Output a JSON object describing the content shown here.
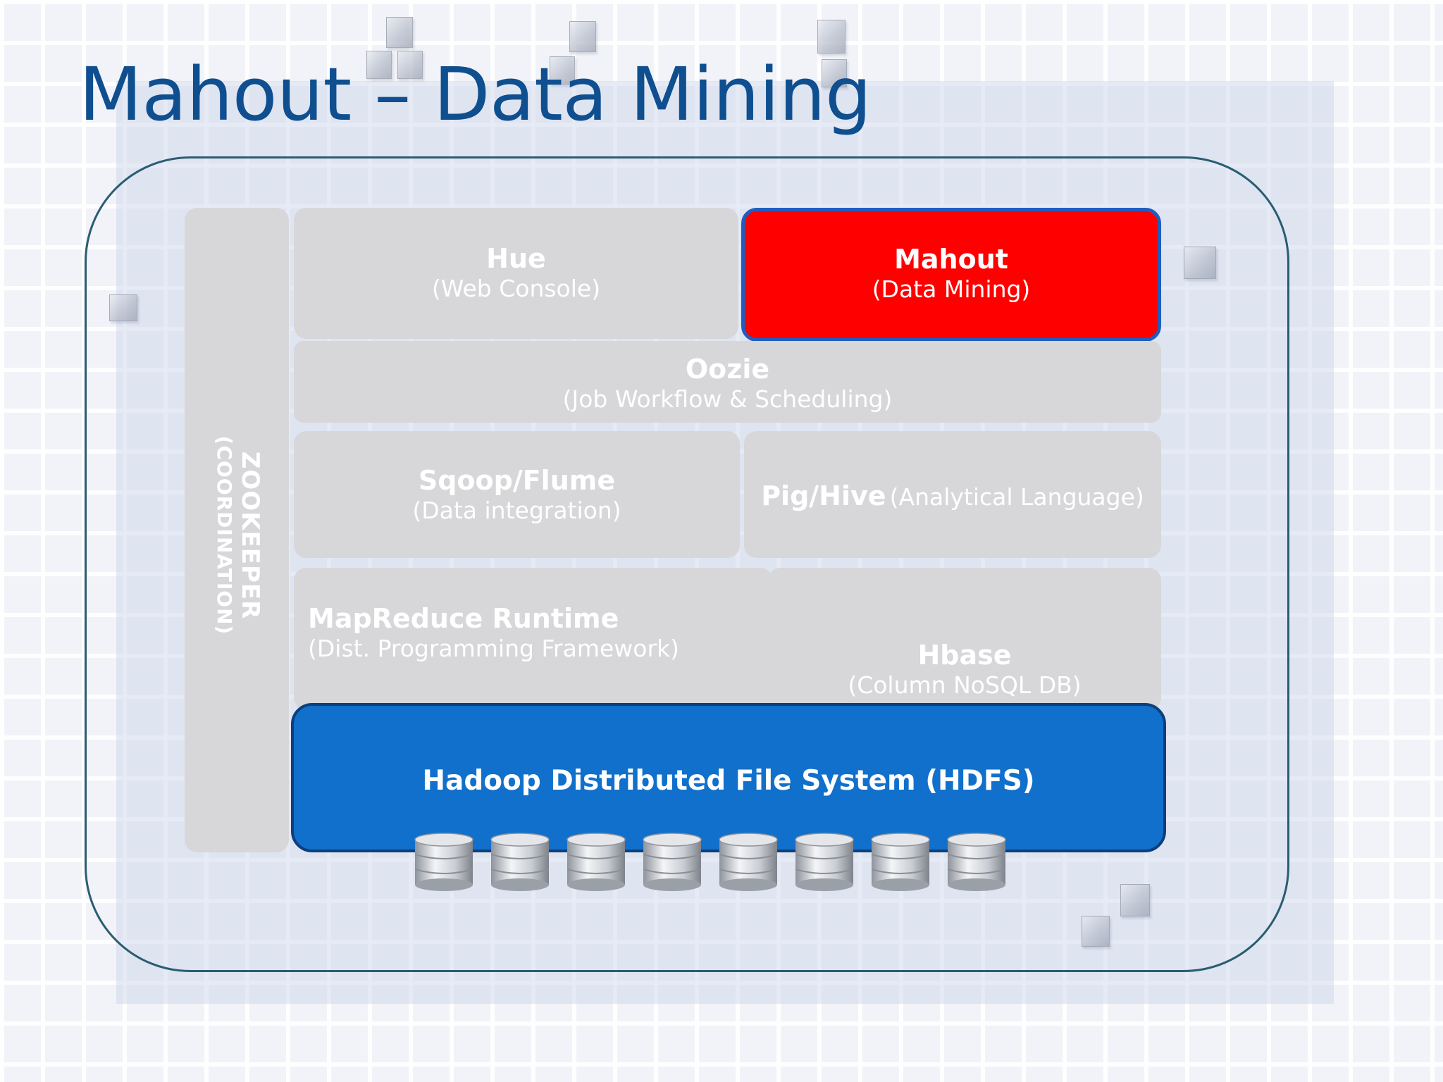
{
  "slide": {
    "title": "Mahout – Data Mining"
  },
  "diagram": {
    "zookeeper": {
      "name": "ZOOKEEPER",
      "desc": "(COORDINATION)"
    },
    "hue": {
      "name": "Hue",
      "desc": "(Web Console)"
    },
    "mahout": {
      "name": "Mahout",
      "desc": "(Data Mining)"
    },
    "oozie": {
      "name": "Oozie",
      "desc": "(Job Workflow & Scheduling)"
    },
    "sqoop_flume": {
      "name": "Sqoop/Flume",
      "desc": "(Data integration)"
    },
    "pig_hive": {
      "name": "Pig/Hive",
      "desc": "(Analytical Language)"
    },
    "mapreduce": {
      "name": "MapReduce Runtime",
      "desc": "(Dist. Programming Framework)"
    },
    "hbase": {
      "name": "Hbase",
      "desc": "(Column NoSQL DB)"
    },
    "hdfs": {
      "name": "Hadoop Distributed File System (HDFS)"
    },
    "storage_disk_count": 8
  },
  "colors": {
    "title": "#0f4f8f",
    "layer_box": "#d7d6d9",
    "highlight": "#ff0000",
    "hdfs": "#1170cb",
    "frame": "#2a5d72"
  },
  "icons": [
    "database-disk-icon"
  ]
}
